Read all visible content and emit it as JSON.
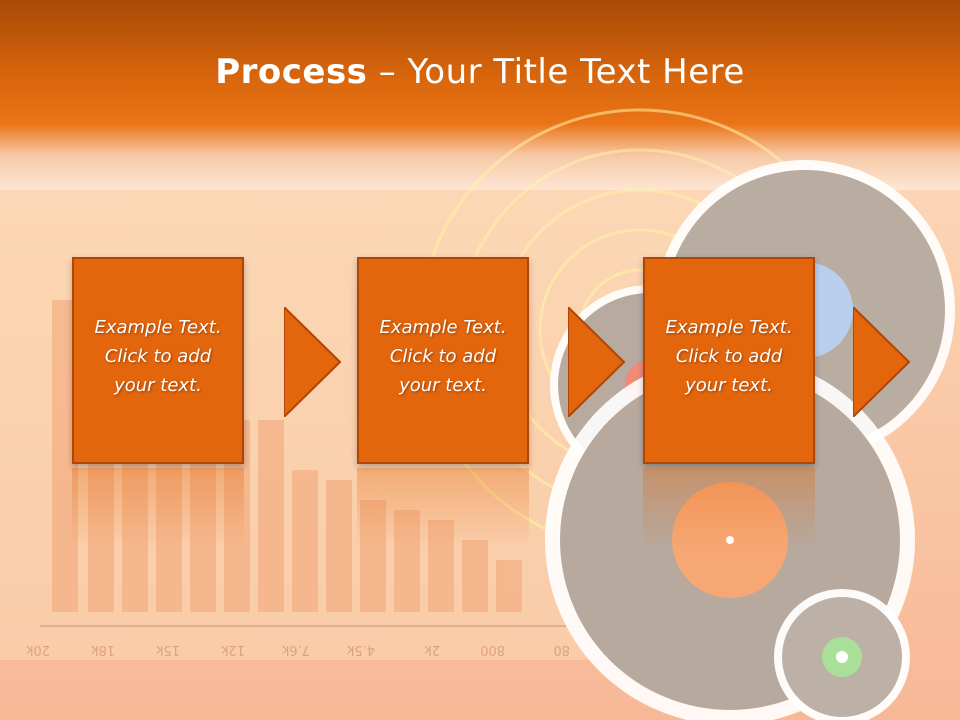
{
  "slide": {
    "title_bold": "Process",
    "title_rest": " – Your Title Text Here"
  },
  "process": {
    "steps": [
      {
        "text": "Example Text.\nClick  to add\nyour text."
      },
      {
        "text": "Example Text.\nClick  to add\nyour text."
      },
      {
        "text": "Example Text.\nClick  to add\nyour text."
      }
    ]
  },
  "background": {
    "axis_labels": [
      "20k",
      "18k",
      "15k",
      "12k",
      "7.6k",
      "4.5k",
      "2k",
      "800",
      "80"
    ]
  },
  "colors": {
    "accent": "#e3650c",
    "accent_border": "#ad4606",
    "header_dark": "#a84a06"
  }
}
